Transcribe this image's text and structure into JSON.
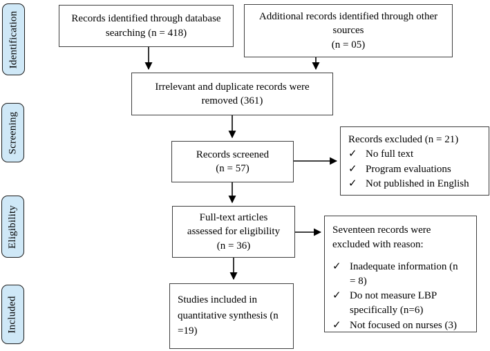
{
  "colors": {
    "bg": "#ffffff",
    "text_color": "#000000",
    "stage_fill": "#cfe8f7",
    "stage_border": "#1c1c1c",
    "box_border": "#3d3d3d",
    "arrow_color": "#000000"
  },
  "icons": {
    "checkmark": "✓"
  },
  "stages": [
    {
      "label": "Identification"
    },
    {
      "label": "Screening"
    },
    {
      "label": "Eligibility"
    },
    {
      "label": "Included"
    }
  ],
  "boxes": {
    "database_records": {
      "lines": [
        "Records identified through database",
        "searching (n = 418)"
      ]
    },
    "additional_records": {
      "lines": [
        "Additional records identified through other",
        "sources",
        "(n = 05)"
      ]
    },
    "removed_records": {
      "lines": [
        "Irrelevant and duplicate records were",
        "removed (361)"
      ]
    },
    "screened_records": {
      "lines": [
        "Records screened",
        "(n = 57)"
      ]
    },
    "records_excluded": {
      "title": "Records excluded (n = 21)",
      "items": [
        "No full text",
        "Program evaluations",
        "Not published in English"
      ]
    },
    "fulltext_assessed": {
      "lines": [
        "Full-text articles",
        "assessed for eligibility",
        "(n = 36)"
      ]
    },
    "excluded_with_reason": {
      "title_lines": [
        "Seventeen records were",
        "excluded with reason:"
      ],
      "items": [
        "Inadequate information (n = 8)",
        "Do not measure LBP specifically (n=6)",
        "Not focused on nurses (3)"
      ]
    },
    "included_studies": {
      "lines": [
        "Studies included in",
        "quantitative synthesis (n",
        "=19)"
      ]
    }
  }
}
